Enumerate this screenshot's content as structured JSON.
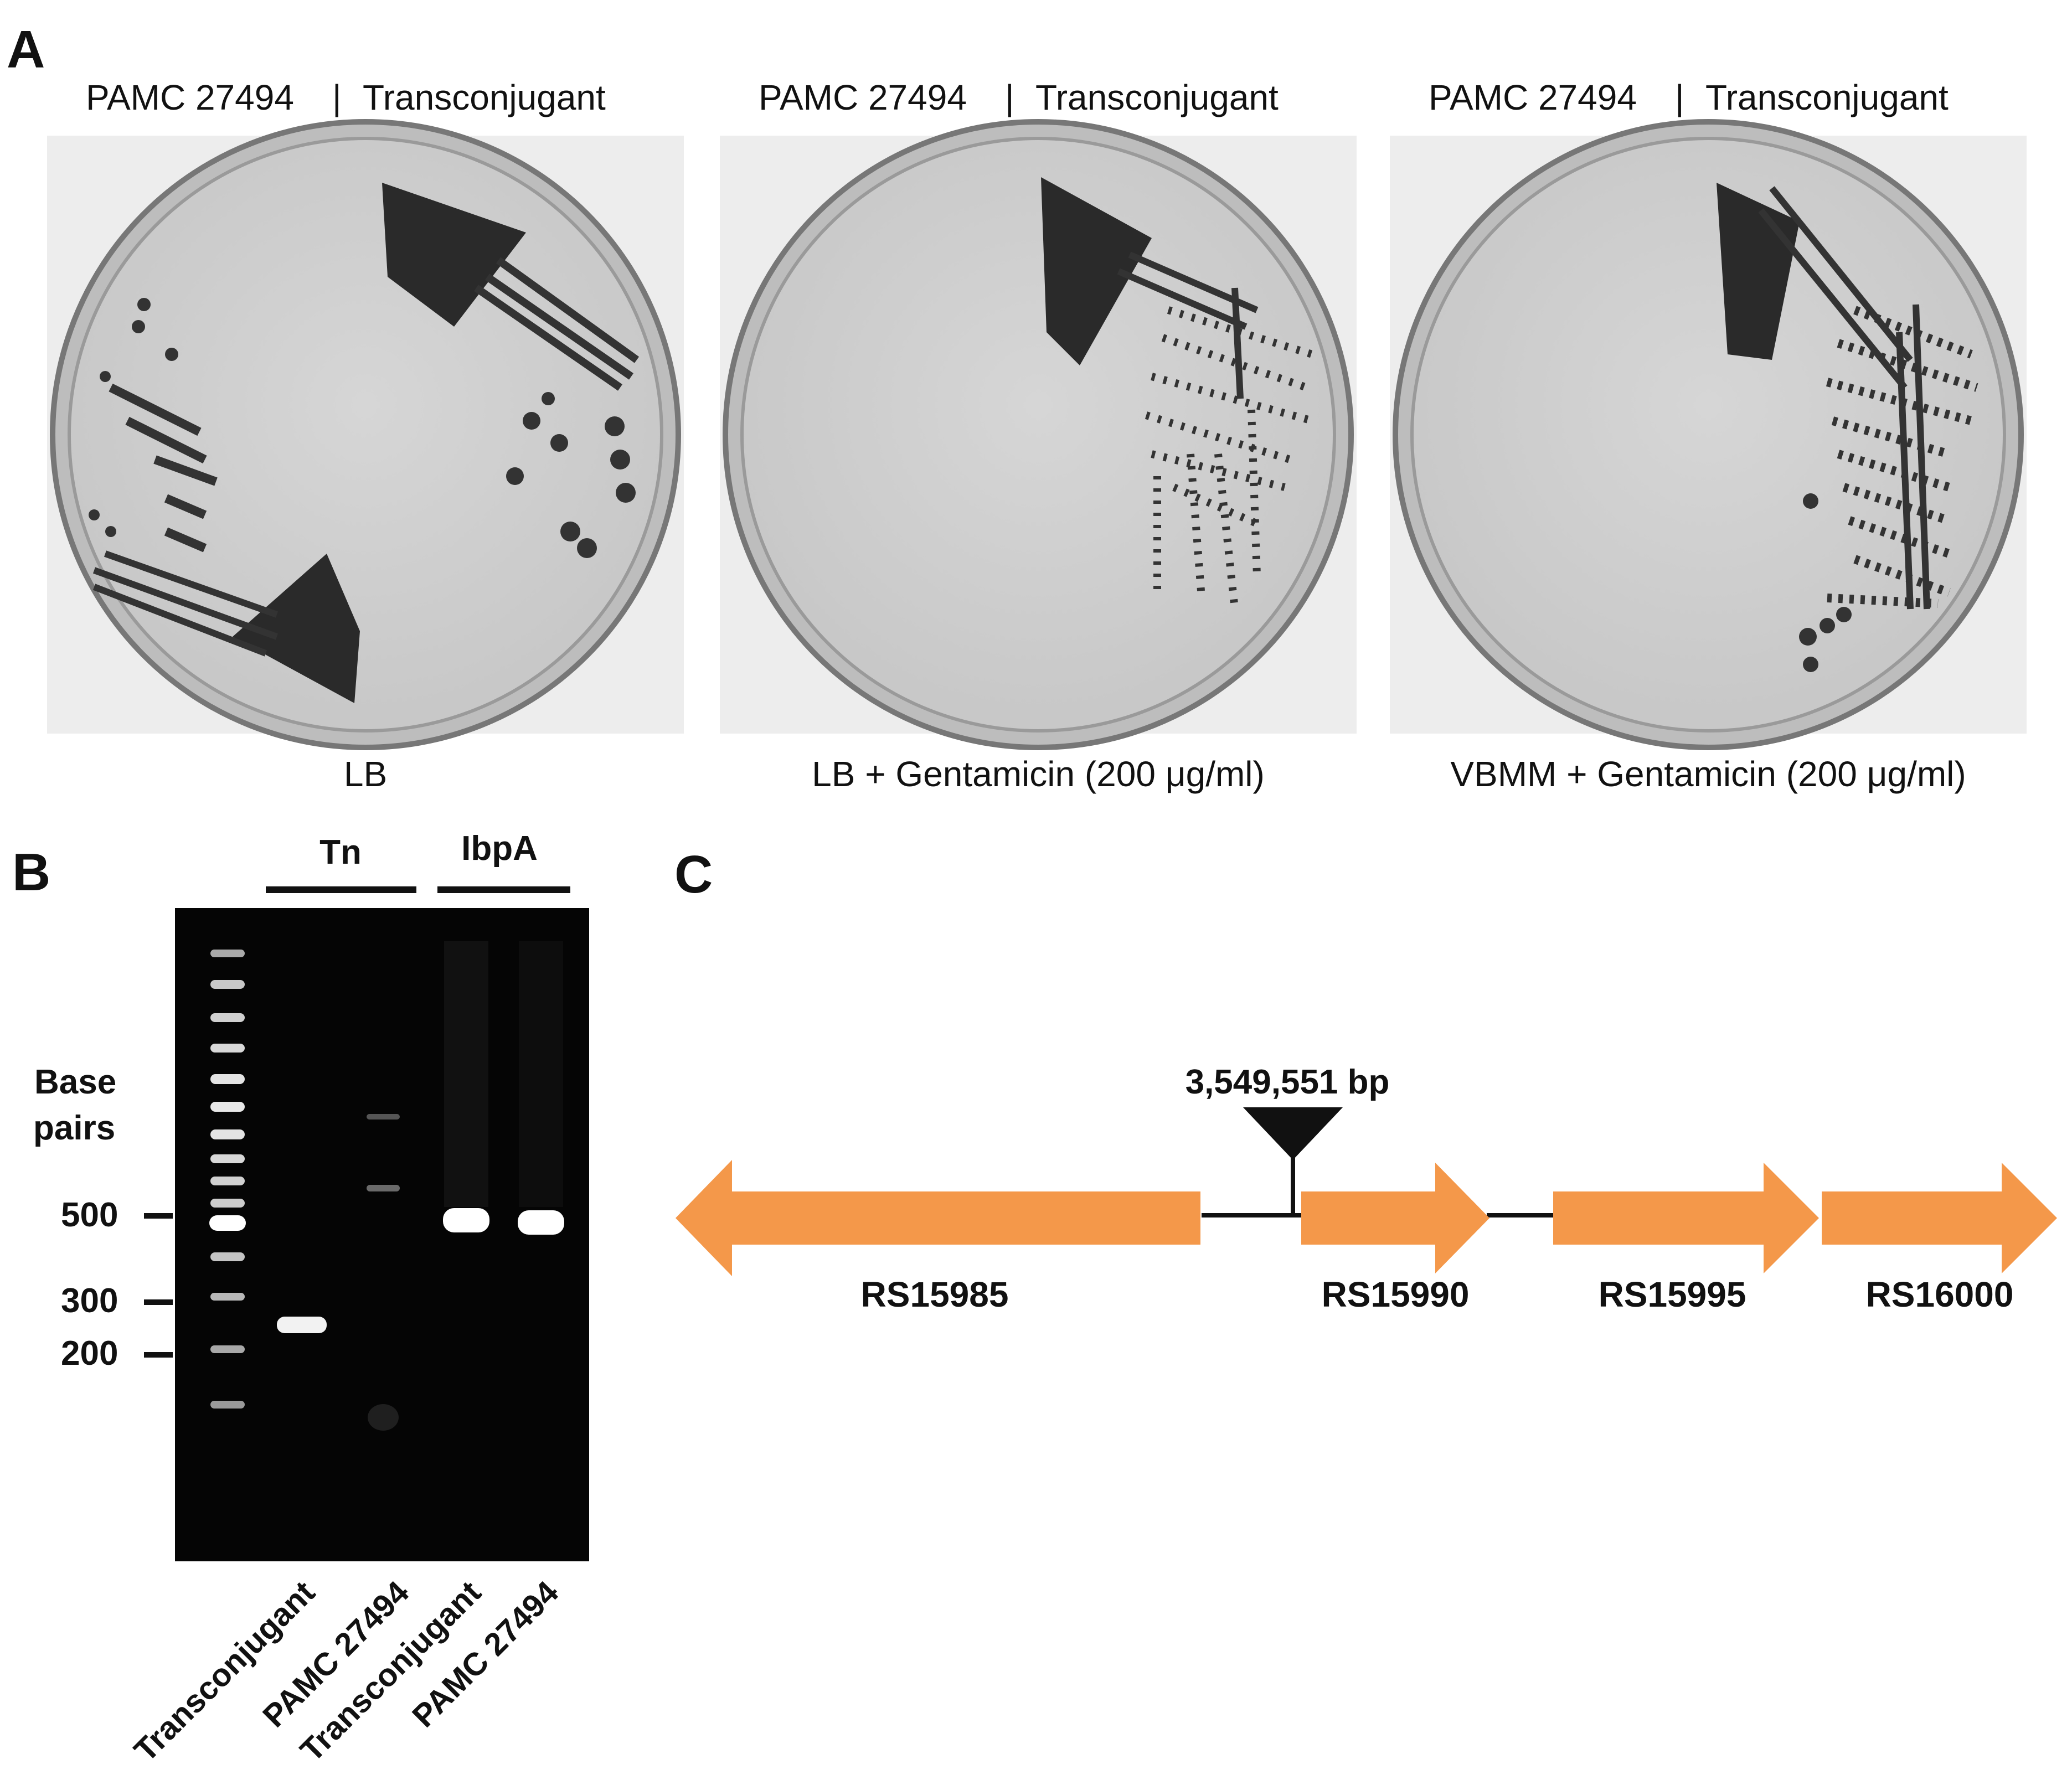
{
  "panel_a": {
    "letter": "A",
    "plates": [
      {
        "header_left": "PAMC 27494",
        "divider": "|",
        "header_right": "Transconjugant",
        "caption": "LB"
      },
      {
        "header_left": "PAMC 27494",
        "divider": "|",
        "header_right": "Transconjugant",
        "caption": "LB + Gentamicin (200 μg/ml)"
      },
      {
        "header_left": "PAMC 27494",
        "divider": "|",
        "header_right": "Transconjugant",
        "caption": "VBMM + Gentamicin (200 μg/ml)"
      }
    ]
  },
  "panel_b": {
    "letter": "B",
    "group_tn": "Tn",
    "group_ibpa": "IbpA",
    "axis_title_1": "Base",
    "axis_title_2": "pairs",
    "size_markers": [
      "500",
      "300",
      "200"
    ],
    "lanes": [
      "Transconjugant",
      "PAMC 27494",
      "Transconjugant",
      "PAMC 27494"
    ]
  },
  "panel_c": {
    "letter": "C",
    "insertion_label": "3,549,551 bp",
    "gene_color": "#f4984a",
    "genes": [
      "RS15985",
      "RS15990",
      "RS15995",
      "RS16000"
    ]
  }
}
